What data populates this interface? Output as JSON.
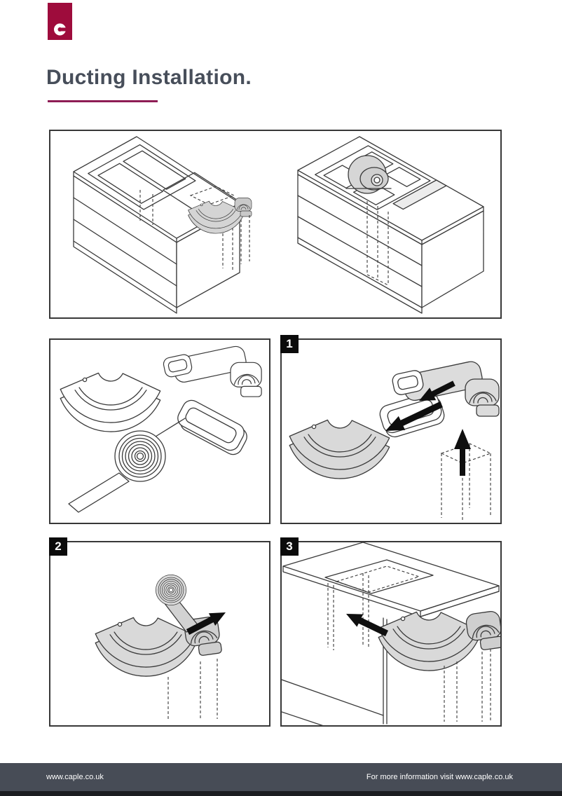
{
  "header": {
    "title": "Ducting Installation."
  },
  "brand": {
    "accent": "#9E0C3C",
    "underline": "#8E1D55",
    "logo_glyph": "caple-c-mark"
  },
  "figure_badges": {
    "step1": "1",
    "step2": "2",
    "step3": "3"
  },
  "footer": {
    "left_text": "www.caple.co.uk",
    "right_text": "For more information visit www.caple.co.uk",
    "bar_color": "#474C56"
  }
}
